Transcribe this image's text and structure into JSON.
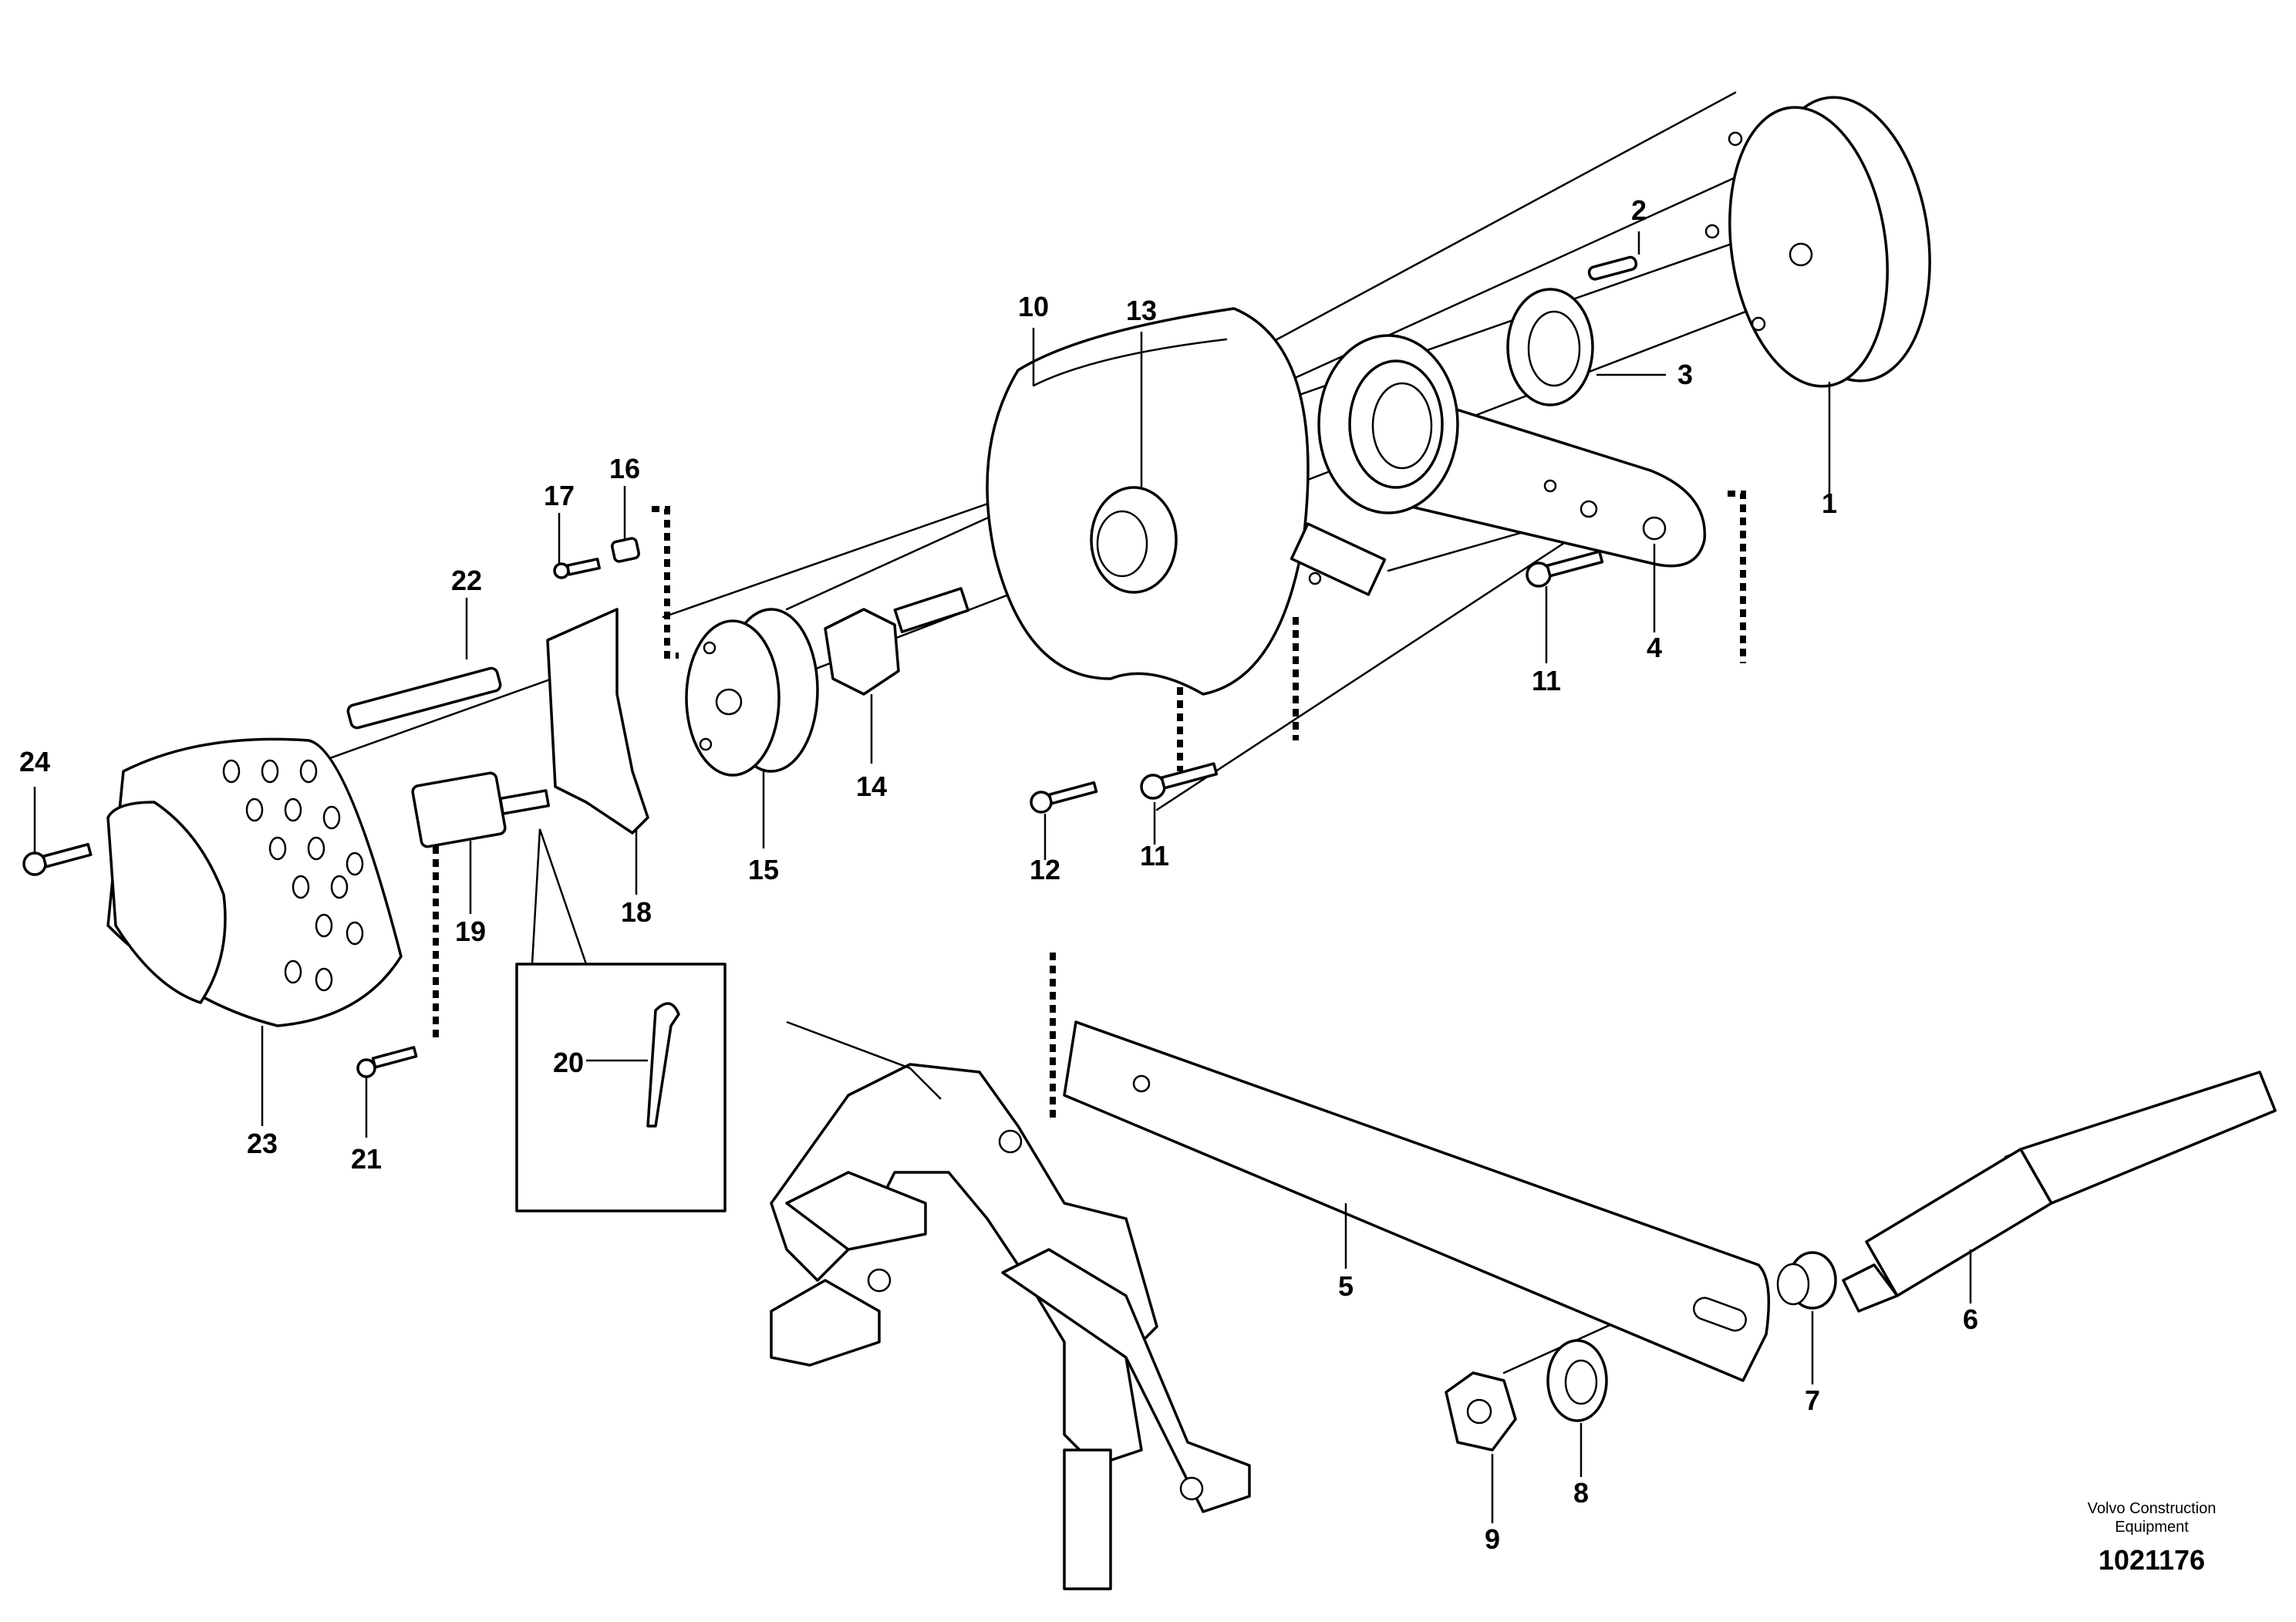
{
  "callouts": [
    {
      "id": "1",
      "label": "1"
    },
    {
      "id": "2",
      "label": "2"
    },
    {
      "id": "3",
      "label": "3"
    },
    {
      "id": "4",
      "label": "4"
    },
    {
      "id": "5",
      "label": "5"
    },
    {
      "id": "6",
      "label": "6"
    },
    {
      "id": "7",
      "label": "7"
    },
    {
      "id": "8",
      "label": "8"
    },
    {
      "id": "9",
      "label": "9"
    },
    {
      "id": "10",
      "label": "10"
    },
    {
      "id": "11a",
      "label": "11"
    },
    {
      "id": "11b",
      "label": "11"
    },
    {
      "id": "12",
      "label": "12"
    },
    {
      "id": "13",
      "label": "13"
    },
    {
      "id": "14",
      "label": "14"
    },
    {
      "id": "15",
      "label": "15"
    },
    {
      "id": "16",
      "label": "16"
    },
    {
      "id": "17",
      "label": "17"
    },
    {
      "id": "18",
      "label": "18"
    },
    {
      "id": "19",
      "label": "19"
    },
    {
      "id": "20",
      "label": "20"
    },
    {
      "id": "21",
      "label": "21"
    },
    {
      "id": "22",
      "label": "22"
    },
    {
      "id": "23",
      "label": "23"
    },
    {
      "id": "24",
      "label": "24"
    }
  ],
  "footer": {
    "brand_line1": "Volvo Construction",
    "brand_line2": "Equipment",
    "document_number": "1021176"
  }
}
